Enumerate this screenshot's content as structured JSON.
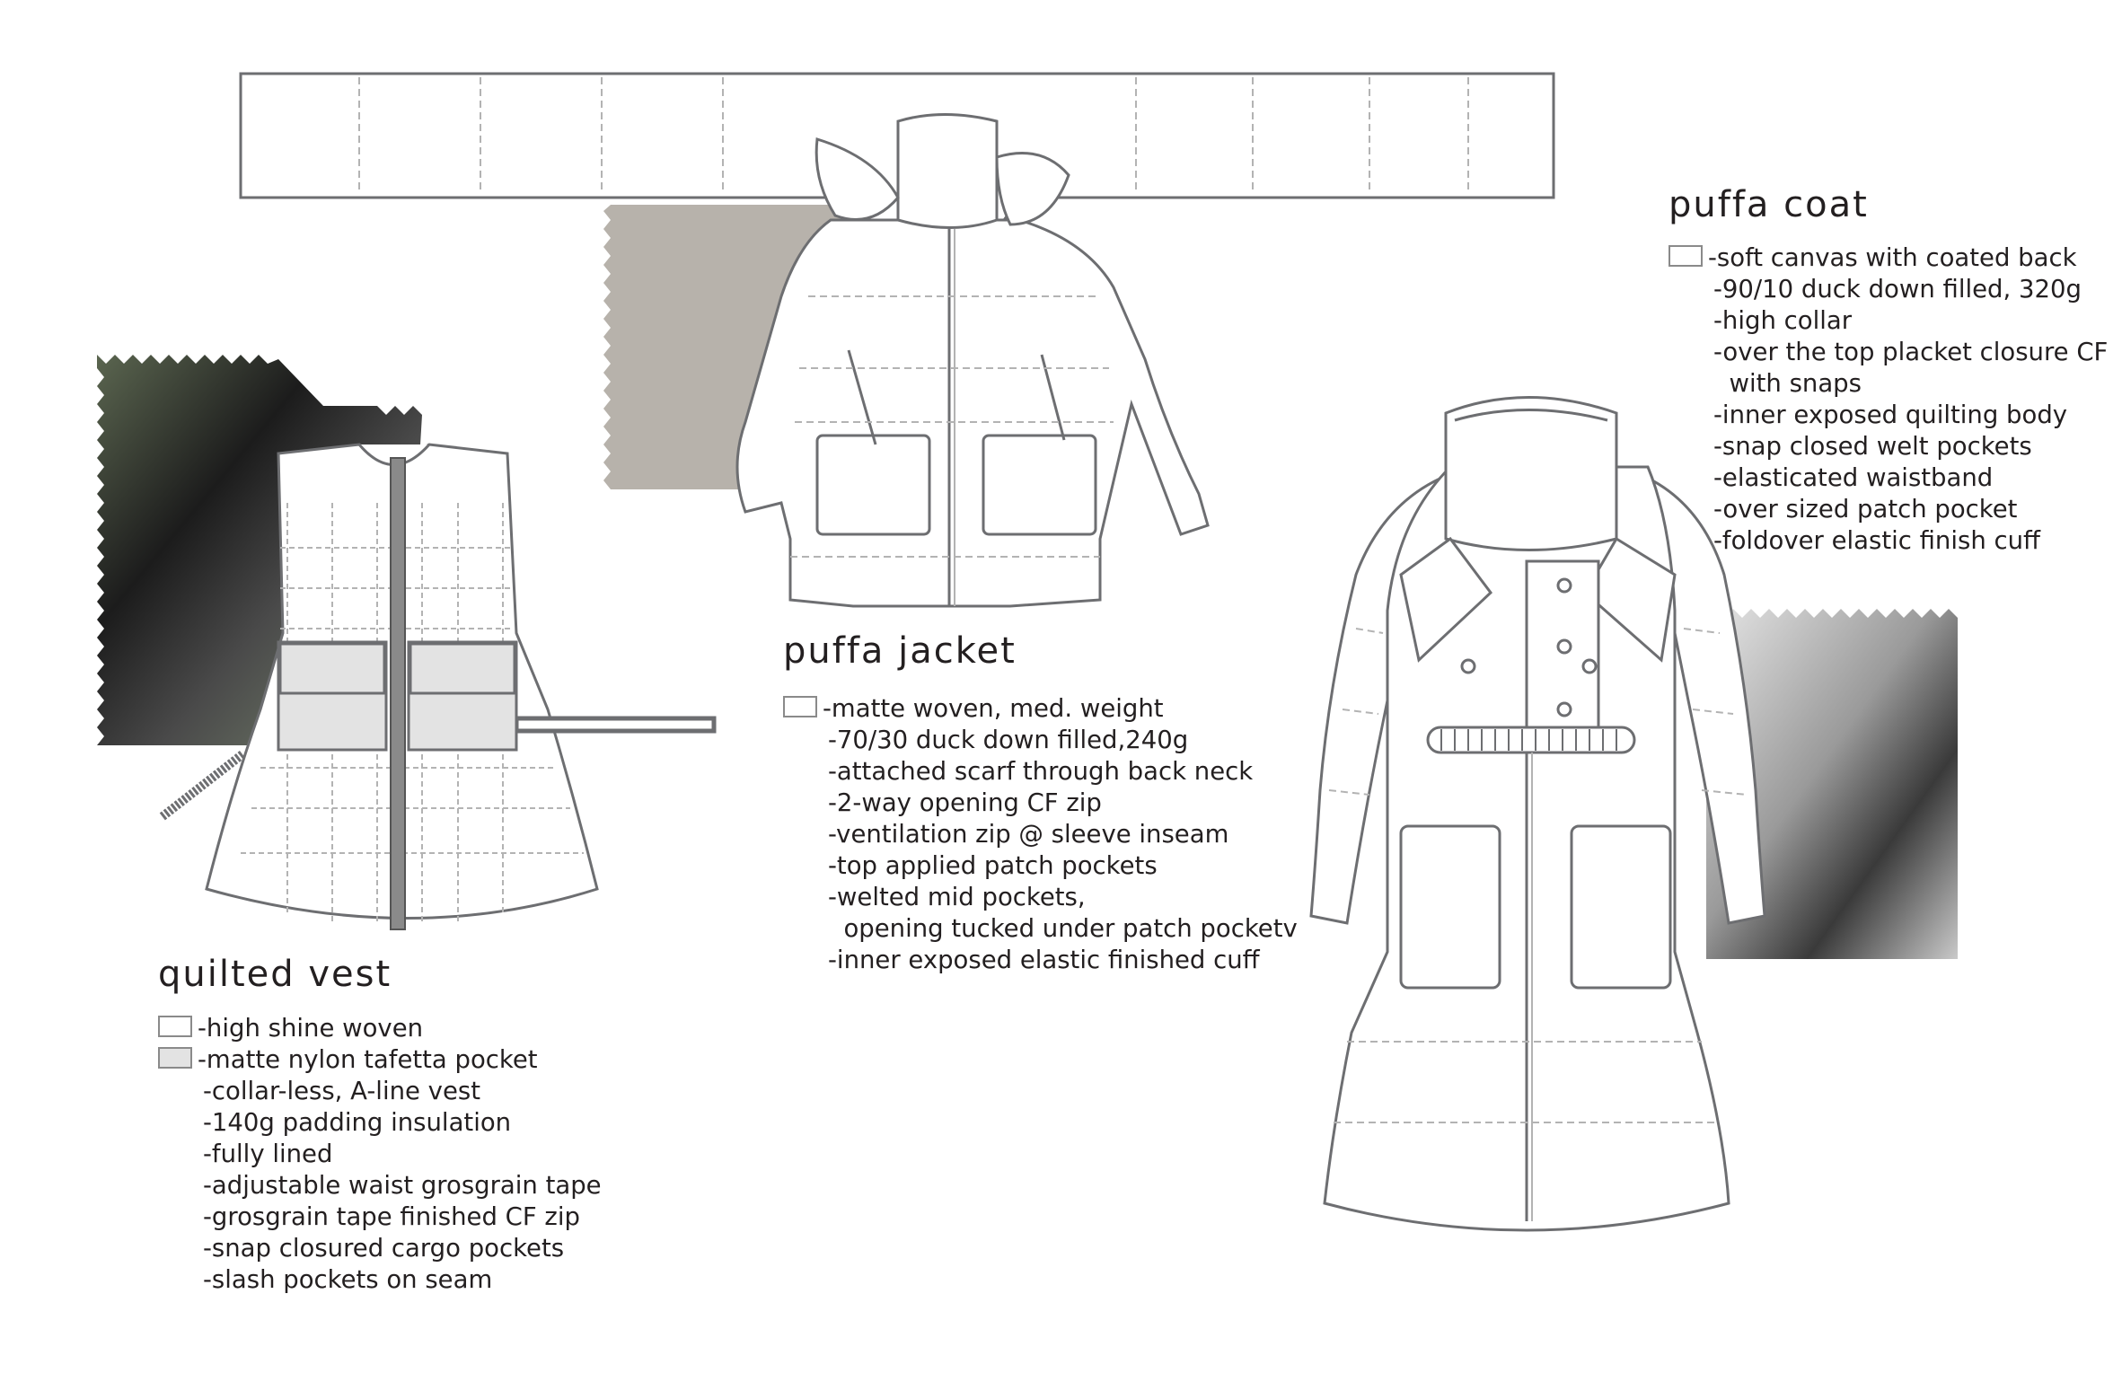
{
  "vest": {
    "title": "quilted vest",
    "swatch_lines": [
      "-high shine woven",
      "-matte nylon tafetta pocket"
    ],
    "lines": [
      "-collar-less, A-line vest",
      "-140g padding insulation",
      "-fully lined",
      "-adjustable waist grosgrain tape",
      "-grosgrain tape finished CF zip",
      "-snap closured cargo pockets",
      "-slash pockets on seam"
    ]
  },
  "jacket": {
    "title": "puffa jacket",
    "swatch_line": "-matte woven, med. weight",
    "lines": [
      "-70/30 duck down filled,240g",
      "-attached scarf through back neck",
      "-2-way opening CF zip",
      "-ventilation zip @ sleeve inseam",
      "-top applied patch pockets",
      "-welted mid pockets,",
      "  opening tucked under patch pocketv",
      "-inner exposed elastic finished cuff"
    ]
  },
  "coat": {
    "title": "puffa coat",
    "swatch_line": "-soft canvas with coated back",
    "lines": [
      "-90/10 duck down filled, 320g",
      "-high collar",
      "-over the top placket closure CF",
      "  with snaps",
      "-inner exposed quilting body",
      "-snap closed welt pockets",
      "-elasticated waistband",
      "-over sized patch pocket",
      "-foldover elastic finish cuff"
    ]
  },
  "colors": {
    "outline": "#6d6e71",
    "stitch": "#b3b3b3",
    "fabric_grey": "#b7b2ab",
    "fabric_dark": "#2b2b2b",
    "pocket_fill": "#e3e3e3"
  }
}
